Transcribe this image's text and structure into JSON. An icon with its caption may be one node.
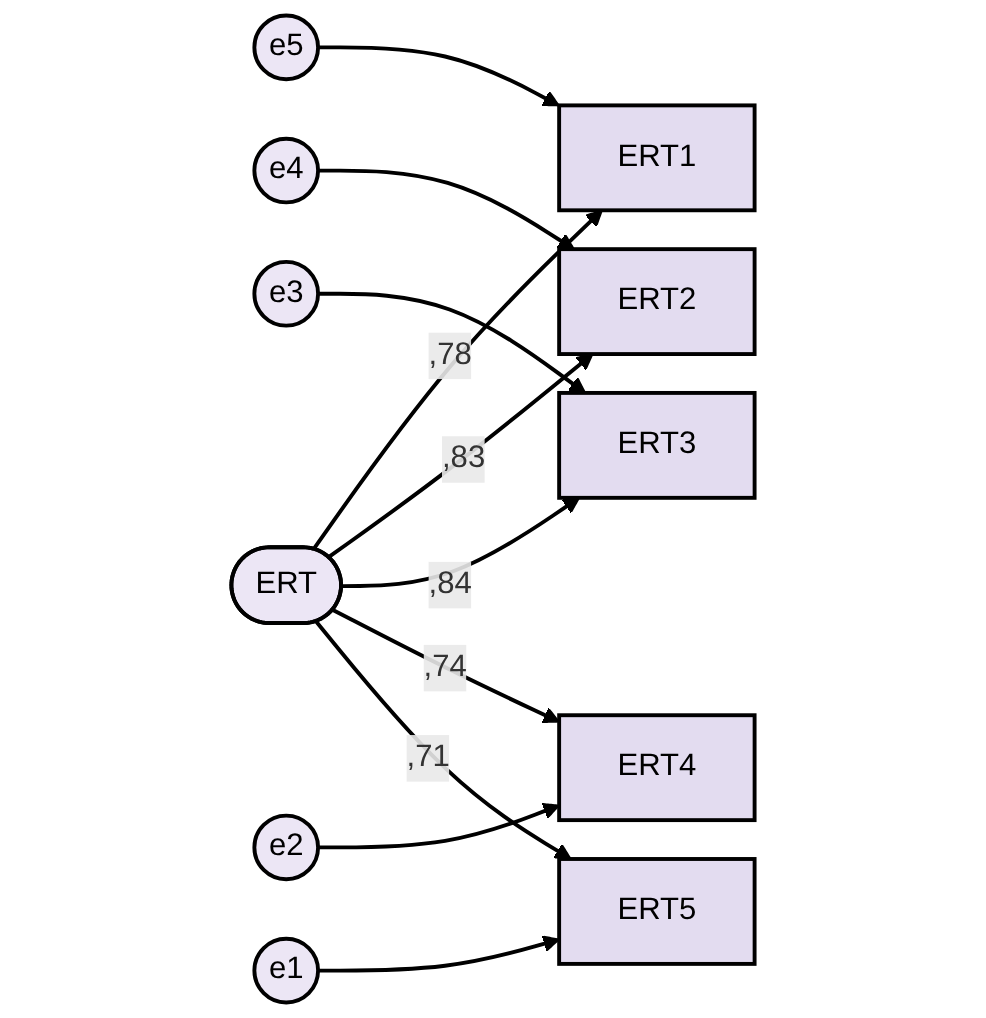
{
  "diagram": {
    "nodes": [
      {
        "text": [
          "e5"
        ]
      },
      {
        "text": [
          "ERT1"
        ]
      },
      {
        "text": [
          "e4"
        ]
      },
      {
        "text": [
          "ERT2"
        ]
      },
      {
        "text": [
          "e3"
        ]
      },
      {
        "text": [
          "ERT3"
        ]
      },
      {
        "text": [
          "ERT"
        ]
      },
      {
        "text": [
          "e2"
        ]
      },
      {
        "text": [
          "ERT4"
        ]
      },
      {
        "text": [
          "e1"
        ]
      },
      {
        "text": [
          "ERT5"
        ]
      }
    ],
    "edges": [
      {
        "from": 0,
        "to": 1,
        "arrow": "to"
      },
      {
        "from": 2,
        "to": 3,
        "arrow": "to"
      },
      {
        "from": 4,
        "to": 5,
        "arrow": "to"
      },
      {
        "from": 7,
        "to": 8,
        "arrow": "to"
      },
      {
        "from": 9,
        "to": 10,
        "arrow": "to"
      },
      {
        "from": 6,
        "to": 1,
        "arrow": "to",
        "label": ",78"
      },
      {
        "from": 6,
        "to": 3,
        "arrow": "to",
        "label": ",83"
      },
      {
        "from": 6,
        "to": 5,
        "arrow": "to",
        "label": ",84"
      },
      {
        "from": 6,
        "to": 8,
        "arrow": "to",
        "label": ",74"
      },
      {
        "from": 6,
        "to": 10,
        "arrow": "to",
        "label": ",71"
      }
    ]
  }
}
